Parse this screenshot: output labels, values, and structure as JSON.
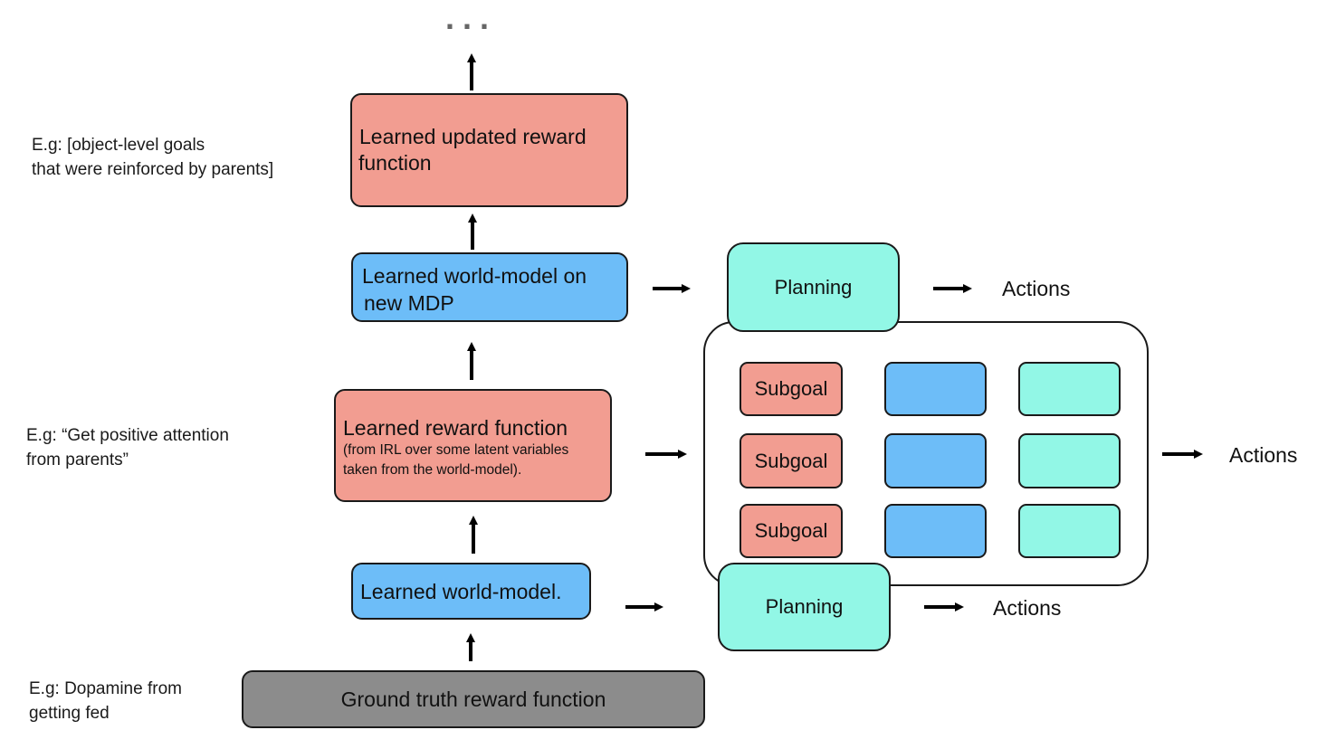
{
  "top_ellipsis": "...",
  "updated_reward_box": {
    "line1": "Learned updated reward",
    "line2": "function"
  },
  "note_top": {
    "line1": "E.g: [object-level goals",
    "line2": "that were reinforced by parents]"
  },
  "world_model_new_box": {
    "line1": "Learned world-model on",
    "line2": "new MDP"
  },
  "planning_top": {
    "label": "Planning"
  },
  "actions_top": "Actions",
  "reward_fn_box": {
    "title": "Learned reward function",
    "sub1": "(from IRL over some latent variables",
    "sub2": "taken from the world-model)."
  },
  "note_middle": {
    "line1": "E.g: “Get positive attention",
    "line2": "from parents”"
  },
  "subgoal_rows": [
    {
      "label": "Subgoal"
    },
    {
      "label": "Subgoal"
    },
    {
      "label": "Subgoal"
    }
  ],
  "actions_middle": "Actions",
  "world_model_box": {
    "label": "Learned world-model."
  },
  "planning_bottom": {
    "label": "Planning"
  },
  "actions_bottom": "Actions",
  "ground_truth_box": {
    "label": "Ground truth reward function"
  },
  "note_bottom": {
    "line1": "E.g: Dopamine from",
    "line2": "getting fed"
  },
  "colors": {
    "reward": "#f29d91",
    "world_model": "#6dbdf8",
    "planning": "#92f7e6",
    "ground_truth": "#8c8c8c",
    "border": "#1a1a1a"
  }
}
